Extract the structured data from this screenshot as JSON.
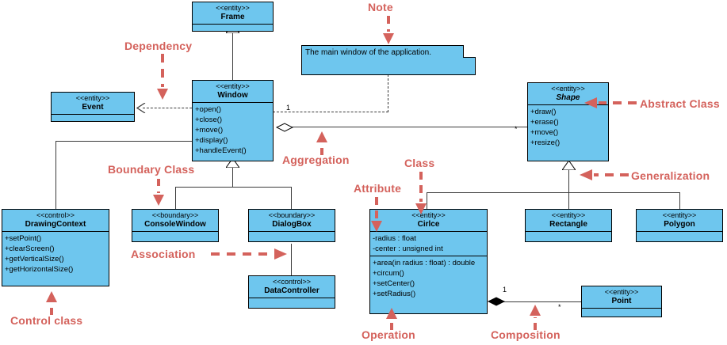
{
  "diagram": {
    "title": "UML Class Diagram",
    "colors": {
      "class_fill": "#6ec6ee",
      "class_border": "#000000",
      "annotation": "#d4625c",
      "connector": "#3a3a3a",
      "background": "#ffffff"
    }
  },
  "classes": {
    "frame": {
      "stereotype": "<<entity>>",
      "name": "Frame",
      "attributes": [],
      "operations": []
    },
    "window": {
      "stereotype": "<<entity>>",
      "name": "Window",
      "attributes": [],
      "operations": [
        "+open()",
        "+close()",
        "+move()",
        "+display()",
        "+handleEvent()"
      ]
    },
    "event": {
      "stereotype": "<<entity>>",
      "name": "Event",
      "attributes": [],
      "operations": []
    },
    "shape": {
      "stereotype": "<<entity>>",
      "name": "Shape",
      "abstract": true,
      "attributes": [],
      "operations": [
        "+draw()",
        "+erase()",
        "+move()",
        "+resize()"
      ]
    },
    "drawingcontext": {
      "stereotype": "<<control>>",
      "name": "DrawingContext",
      "attributes": [],
      "operations": [
        "+setPoint()",
        "+clearScreen()",
        "+getVerticalSize()",
        "+getHorizontalSize()"
      ]
    },
    "consolewindow": {
      "stereotype": "<<boundary>>",
      "name": "ConsoleWindow",
      "attributes": [],
      "operations": []
    },
    "dialogbox": {
      "stereotype": "<<boundary>>",
      "name": "DialogBox",
      "attributes": [],
      "operations": []
    },
    "datacontroller": {
      "stereotype": "<<control>>",
      "name": "DataController",
      "attributes": [],
      "operations": []
    },
    "circle": {
      "stereotype": "<<entity>>",
      "name": "Cirlce",
      "attributes": [
        "-radius : float",
        "-center : unsigned int"
      ],
      "operations": [
        "+area(in radius : float) : double",
        "+circum()",
        "+setCenter()",
        "+setRadius()"
      ]
    },
    "rectangle": {
      "stereotype": "<<entity>>",
      "name": "Rectangle",
      "attributes": [],
      "operations": []
    },
    "polygon": {
      "stereotype": "<<entity>>",
      "name": "Polygon",
      "attributes": [],
      "operations": []
    },
    "point": {
      "stereotype": "<<entity>>",
      "name": "Point",
      "attributes": [],
      "operations": []
    }
  },
  "note": {
    "text": "The main window of the application."
  },
  "multiplicities": {
    "window_shape_source": "1",
    "window_shape_target": "*",
    "circle_point_source": "1",
    "circle_point_target": "*"
  },
  "annotations": {
    "dependency": "Dependency",
    "note": "Note",
    "abstract_class": "Abstract Class",
    "aggregation": "Aggregation",
    "boundary_class": "Boundary Class",
    "generalization": "Generalization",
    "class": "Class",
    "attribute": "Attribute",
    "association": "Association",
    "control_class": "Control class",
    "operation": "Operation",
    "composition": "Composition"
  }
}
